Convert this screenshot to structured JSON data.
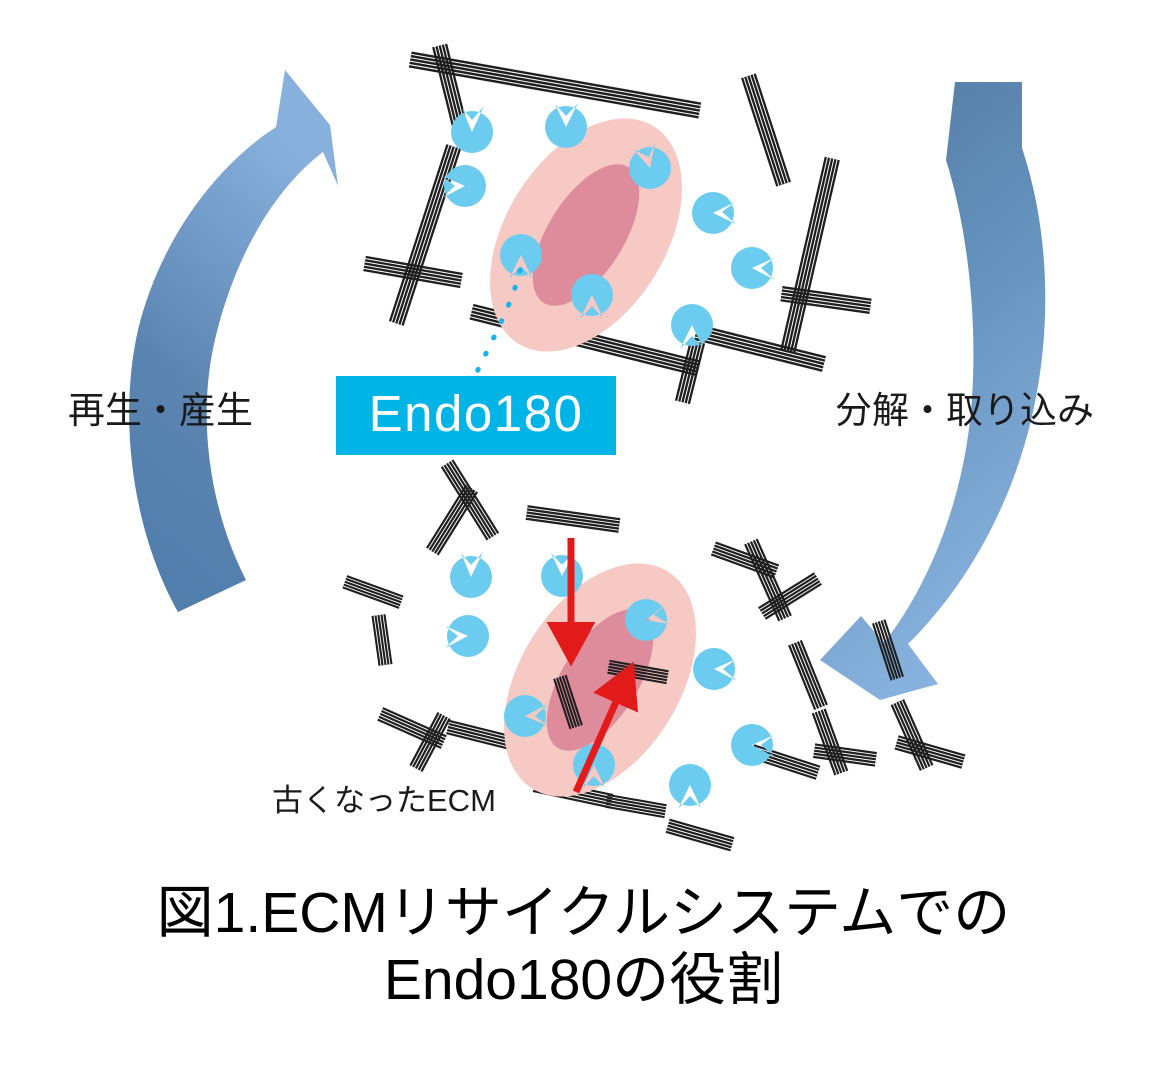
{
  "figure": {
    "caption_line1": "図1.ECMリサイクルシステムでの",
    "caption_line2": "Endo180の役割"
  },
  "cycle": {
    "left_label": "再生・産生",
    "right_label": "分解・取り込み",
    "left_arrow_name": "regeneration-arrow",
    "right_arrow_name": "degradation-arrow"
  },
  "callout": {
    "badge_text": "Endo180",
    "badge_color": "#00B4E6",
    "badge_text_color": "#FFFFFF",
    "connector_color": "#13B5EA"
  },
  "annotations": {
    "old_ecm_label": "古くなったECM"
  },
  "colors": {
    "cell_cytoplasm": "#F7C9C5",
    "cell_nucleus": "#DE8B9B",
    "receptor": "#6BCCF0",
    "ecm_fiber": "#222222",
    "arc_arrow_dark": "#5B84B1",
    "arc_arrow_light": "#83AEDC",
    "red_arrow": "#E21A1A",
    "background": "#FFFFFF"
  },
  "panels": {
    "top": {
      "name": "intact-ecm-panel",
      "description": "細胞と無傷のECM線維網"
    },
    "bottom": {
      "name": "degraded-ecm-panel",
      "description": "細胞と断片化した古いECM"
    }
  }
}
